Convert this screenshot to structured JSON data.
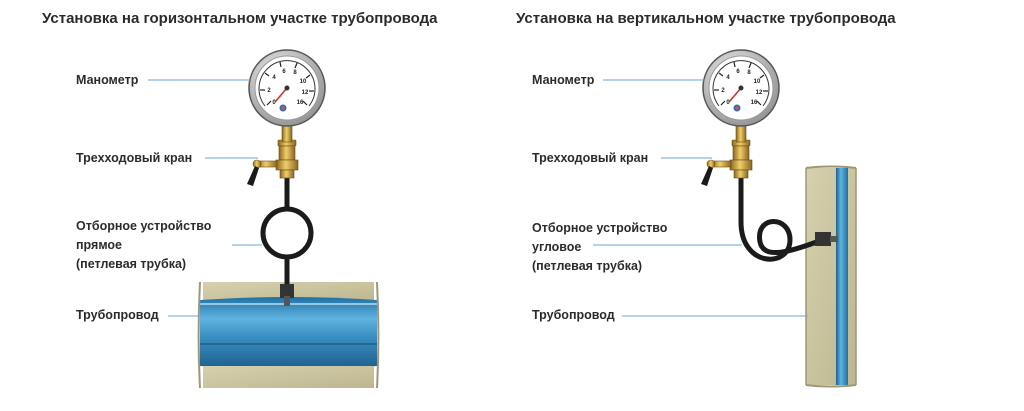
{
  "left": {
    "title": "Установка на горизонтальном участке трубопровода",
    "labels": {
      "gauge": "Манометр",
      "valve": "Трехходовый кран",
      "device_line1": "Отборное устройство",
      "device_line2": "прямое",
      "device_line3": "(петлевая трубка)",
      "pipeline": "Трубопровод"
    }
  },
  "right": {
    "title": "Установка на вертикальном участке трубопровода",
    "labels": {
      "gauge": "Манометр",
      "valve": "Трехходовый кран",
      "device_line1": "Отборное устройство",
      "device_line2": "угловое",
      "device_line3": "(петлевая трубка)",
      "pipeline": "Трубопровод"
    }
  },
  "colors": {
    "pipe_blue": "#3a8fc2",
    "insulation": "#cbc5a2",
    "leader_line": "#6aa7d6",
    "brass": "#c89a3c",
    "loop_tube": "#1b1b1b"
  },
  "icons": [
    "pressure-gauge-icon",
    "three-way-valve-icon",
    "loop-tube-icon"
  ]
}
